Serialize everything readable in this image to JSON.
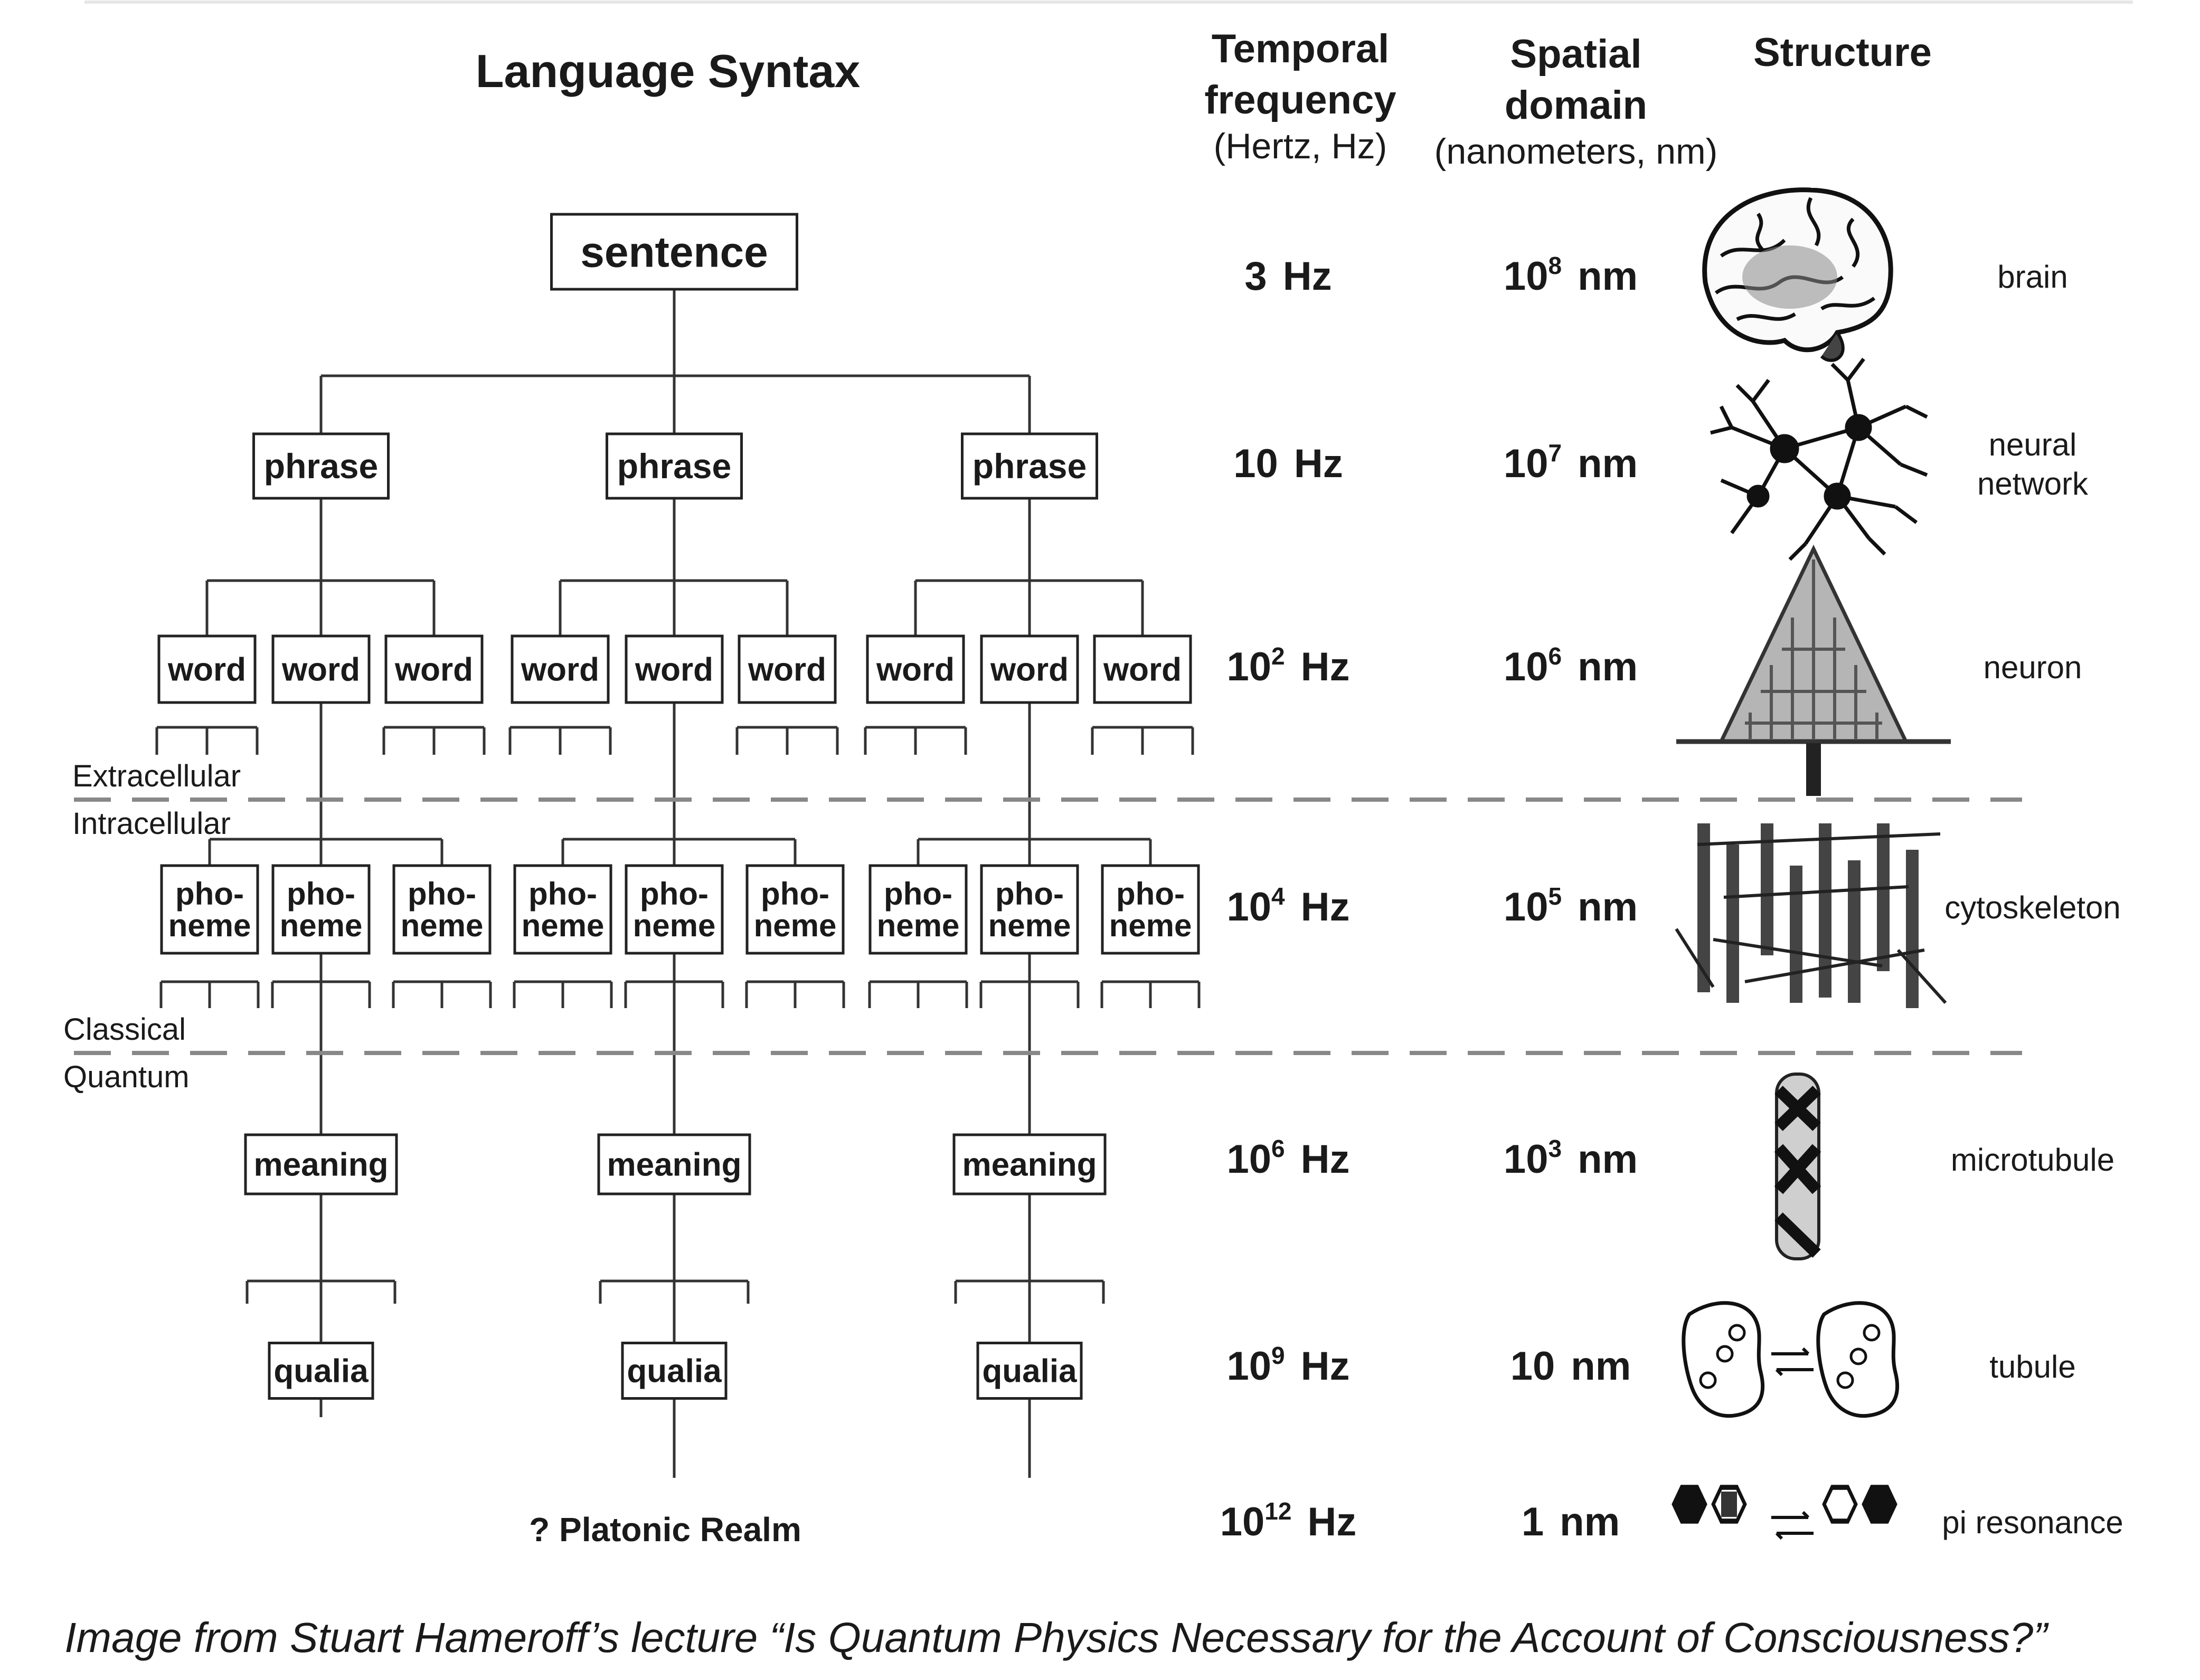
{
  "title": "Language Syntax",
  "columns": {
    "temporal": {
      "line1": "Temporal",
      "line2": "frequency",
      "unit": "(Hertz, Hz)"
    },
    "spatial": {
      "line1": "Spatial",
      "line2": "domain",
      "unit": "(nanometers, nm)"
    },
    "structure": {
      "line1": "Structure"
    }
  },
  "tree": {
    "root": "sentence",
    "phrase": "phrase",
    "word": "word",
    "phoneme_top": "pho-",
    "phoneme_bottom": "neme",
    "meaning": "meaning",
    "qualia": "qualia",
    "platonic": "? Platonic Realm"
  },
  "boundaries": {
    "extracellular": "Extracellular",
    "intracellular": "Intracellular",
    "classical": "Classical",
    "quantum": "Quantum"
  },
  "rows": [
    {
      "freq_base": "3",
      "freq_exp": "",
      "freq_unit": "Hz",
      "space_base": "10",
      "space_exp": "8",
      "space_unit": "nm",
      "structure": [
        "brain"
      ],
      "icon": "brain-icon"
    },
    {
      "freq_base": "10",
      "freq_exp": "",
      "freq_unit": "Hz",
      "space_base": "10",
      "space_exp": "7",
      "space_unit": "nm",
      "structure": [
        "neural",
        "network"
      ],
      "icon": "neural-network-icon"
    },
    {
      "freq_base": "10",
      "freq_exp": "2",
      "freq_unit": "Hz",
      "space_base": "10",
      "space_exp": "6",
      "space_unit": "nm",
      "structure": [
        "neuron"
      ],
      "icon": "neuron-icon"
    },
    {
      "freq_base": "10",
      "freq_exp": "4",
      "freq_unit": "Hz",
      "space_base": "10",
      "space_exp": "5",
      "space_unit": "nm",
      "structure": [
        "cytoskeleton"
      ],
      "icon": "cytoskeleton-icon"
    },
    {
      "freq_base": "10",
      "freq_exp": "6",
      "freq_unit": "Hz",
      "space_base": "10",
      "space_exp": "3",
      "space_unit": "nm",
      "structure": [
        "microtubule"
      ],
      "icon": "microtubule-icon"
    },
    {
      "freq_base": "10",
      "freq_exp": "9",
      "freq_unit": "Hz",
      "space_base": "10",
      "space_exp": "",
      "space_unit": "nm",
      "structure": [
        "tubule"
      ],
      "icon": "tubulin-icon"
    },
    {
      "freq_base": "10",
      "freq_exp": "12",
      "freq_unit": "Hz",
      "space_base": "1",
      "space_exp": "",
      "space_unit": "nm",
      "structure": [
        "pi resonance"
      ],
      "icon": "pi-resonance-icon"
    }
  ],
  "caption": "Image from Stuart Hameroff’s lecture “Is Quantum Physics Necessary for the Account of Consciousness?”"
}
